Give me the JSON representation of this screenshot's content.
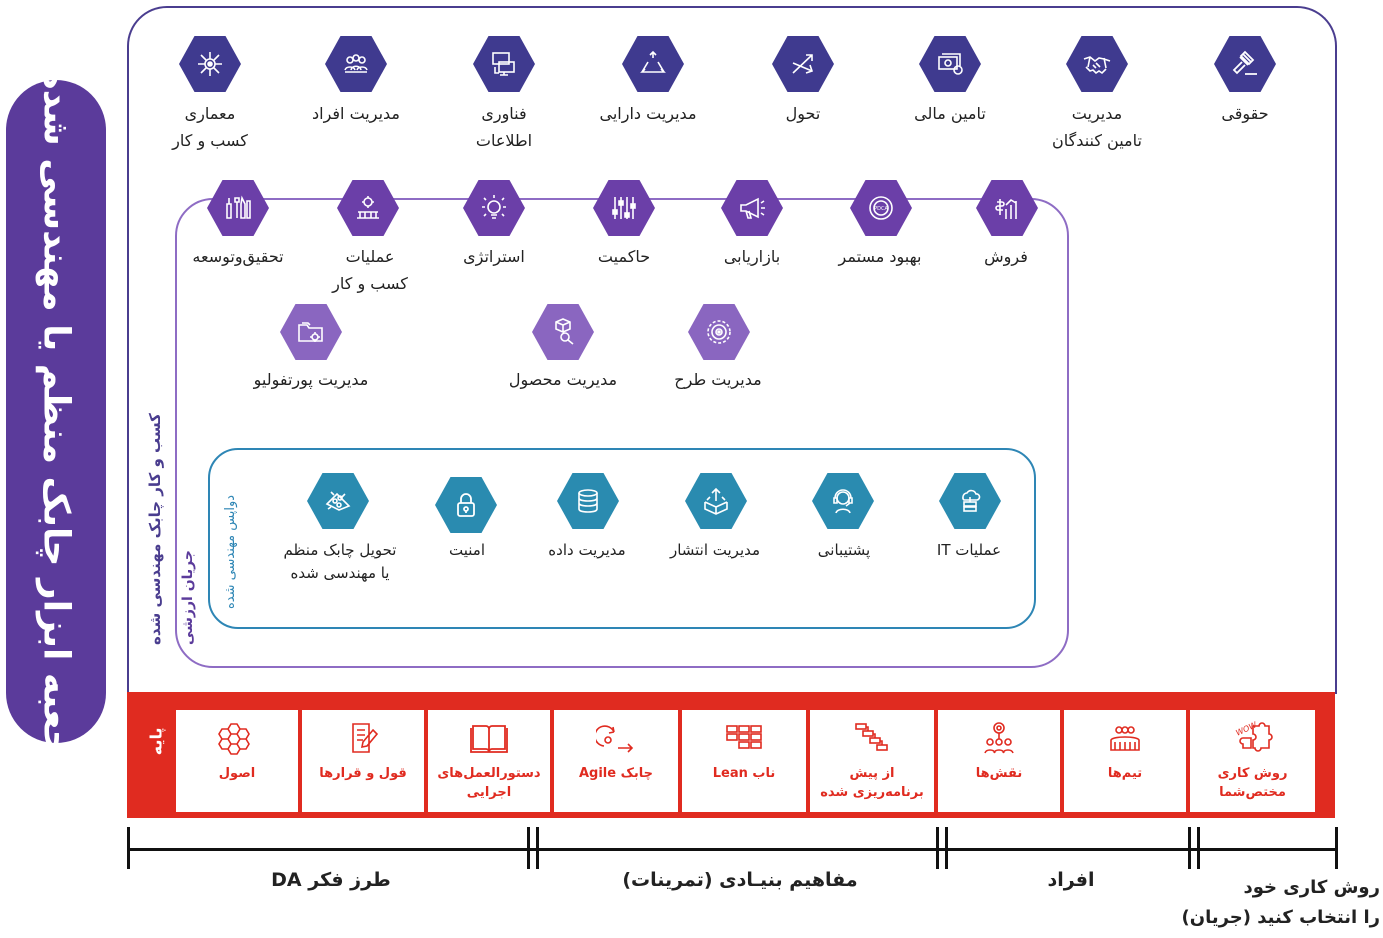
{
  "side_title": "جعبه ابزار چابک منظم یا مهندسی شده",
  "frame_labels": {
    "business": "کسب و کار چابک مهندسی شده",
    "value_stream": "جریان ارزشی",
    "devops": "دواپس مهندسی شده"
  },
  "top_row": [
    {
      "label": "معماری\nکسب و کار",
      "icon": "network-icon"
    },
    {
      "label": "مدیریت افراد",
      "icon": "people-icon"
    },
    {
      "label": "فناوری\nاطلاعات",
      "icon": "computer-icon"
    },
    {
      "label": "مدیریت دارایی",
      "icon": "recycle-icon"
    },
    {
      "label": "تحول",
      "icon": "transform-arrows-icon"
    },
    {
      "label": "تامین مالی",
      "icon": "money-icon"
    },
    {
      "label": "مدیریت\nتامین کنندگان",
      "icon": "handshake-icon"
    },
    {
      "label": "حقوقی",
      "icon": "gavel-icon"
    }
  ],
  "mid_row": [
    {
      "label": "تحقیق‌وتوسعه",
      "icon": "lab-tools-icon"
    },
    {
      "label": "عملیات\nکسب و کار",
      "icon": "operations-icon"
    },
    {
      "label": "استراتژی",
      "icon": "strategy-icon"
    },
    {
      "label": "حاکمیت",
      "icon": "sliders-icon"
    },
    {
      "label": "بازاریابی",
      "icon": "megaphone-icon"
    },
    {
      "label": "بهبود مستمر",
      "icon": "pdca-icon"
    },
    {
      "label": "فروش",
      "icon": "sales-chart-icon"
    }
  ],
  "mid_row_pdca_text": "PDCA",
  "third_row": [
    {
      "label": "مدیریت پورتفولیو",
      "icon": "portfolio-folder-icon"
    },
    {
      "label": "مدیریت محصول",
      "icon": "product-search-icon"
    },
    {
      "label": "مدیریت طرح",
      "icon": "program-target-icon"
    }
  ],
  "devops_row": [
    {
      "label": "تحویل چابک منظم\nیا مهندسی شده",
      "icon": "delivery-gears-icon"
    },
    {
      "label": "امنیت",
      "icon": "lock-icon"
    },
    {
      "label": "مدیریت داده",
      "icon": "database-icon"
    },
    {
      "label": "مدیریت انتشار",
      "icon": "release-box-icon"
    },
    {
      "label": "پشتیبانی",
      "icon": "headset-icon"
    },
    {
      "label": "عملیات IT",
      "icon": "cloud-server-icon"
    }
  ],
  "base_label": "پایه",
  "base_cards": [
    {
      "label": "اصول",
      "icon": "hexagons-icon"
    },
    {
      "label": "قول و قرارها",
      "icon": "document-pen-icon"
    },
    {
      "label": "دستورالعمل‌های\nاجرایی",
      "icon": "open-book-icon"
    },
    {
      "label": "چابک Agile",
      "icon": "agile-cycle-icon"
    },
    {
      "label": "ناب Lean",
      "icon": "kanban-icon"
    },
    {
      "label": "از پیش\nبرنامه‌ریزی شده",
      "icon": "waterfall-icon"
    },
    {
      "label": "نقش‌ها",
      "icon": "roles-icon"
    },
    {
      "label": "تیم‌ها",
      "icon": "team-icon"
    },
    {
      "label": "روش کاری\nمختص‌شما",
      "icon": "puzzle-icon"
    }
  ],
  "wow_text": "WOW",
  "bottom_labels": {
    "mindset": "طرز فکر DA",
    "foundational": "مفاهیم بنیـادی (تمرینات)",
    "people": "افراد",
    "choose_way": "روش کاری خود\nرا انتخاب کنید (جریان)"
  },
  "colors": {
    "purple_dark": "#3f3a8f",
    "purple_mid": "#6b3fa8",
    "purple_light": "#8a66c0",
    "teal": "#2a8bb0",
    "red": "#e02b20"
  }
}
